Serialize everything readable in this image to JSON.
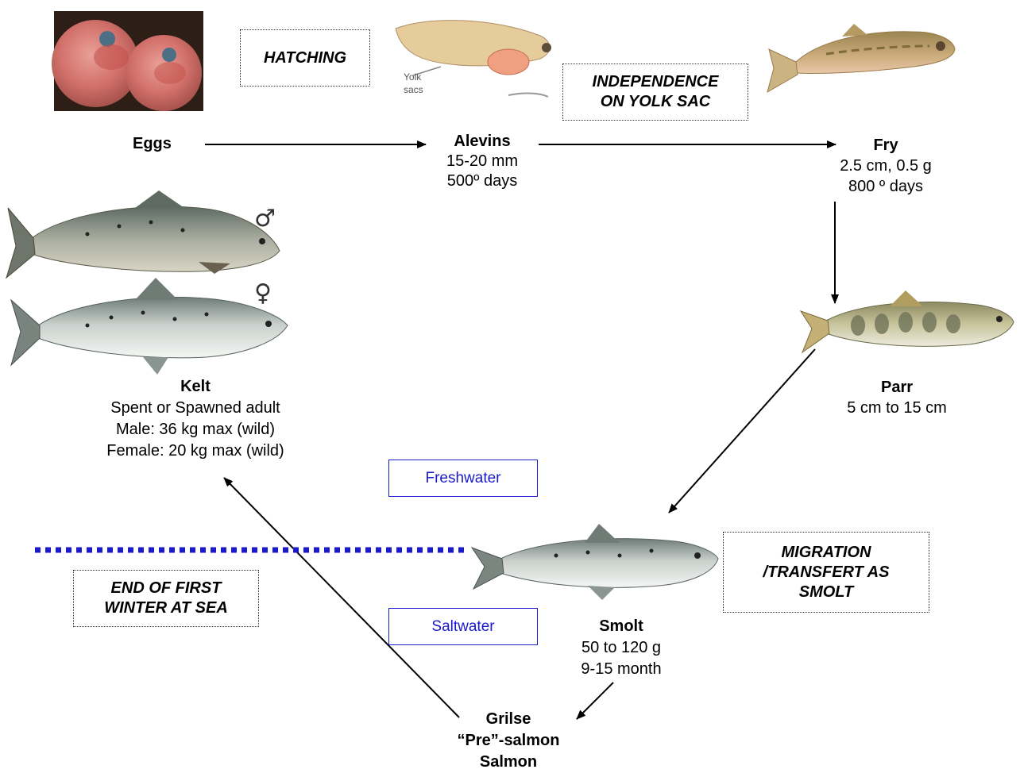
{
  "events": {
    "hatching": "HATCHING",
    "independence_line1": "INDEPENDENCE",
    "independence_line2": "ON YOLK SAC",
    "migration_line1": "MIGRATION",
    "migration_line2": "/TRANSFERT AS",
    "migration_line3": "SMOLT",
    "end_winter_line1": "END OF FIRST",
    "end_winter_line2": "WINTER AT SEA"
  },
  "stages": {
    "eggs": {
      "name": "Eggs"
    },
    "alevins": {
      "name": "Alevins",
      "detail1": "15-20 mm",
      "detail2": "500º days"
    },
    "fry": {
      "name": "Fry",
      "detail1": "2.5 cm, 0.5 g",
      "detail2": "800 º days"
    },
    "parr": {
      "name": "Parr",
      "detail1": "5 cm to 15 cm"
    },
    "smolt": {
      "name": "Smolt",
      "detail1": "50 to 120 g",
      "detail2": "9-15 month"
    },
    "grilse": {
      "name1": "Grilse",
      "name2": "“Pre”-salmon",
      "name3": "Salmon"
    },
    "kelt": {
      "name": "Kelt",
      "detail1": "Spent or Spawned adult",
      "detail2": "Male: 36 kg max (wild)",
      "detail3": "Female: 20 kg max (wild)"
    }
  },
  "zones": {
    "freshwater": "Freshwater",
    "saltwater": "Saltwater"
  },
  "alevin_image_labels": {
    "line1": "Yolk",
    "line2": "sacs"
  },
  "sex_symbols": {
    "male": "♂",
    "female": "♀"
  },
  "colors": {
    "zone_blue": "#1a1acc",
    "boundary_blue": "#1a1acc"
  }
}
